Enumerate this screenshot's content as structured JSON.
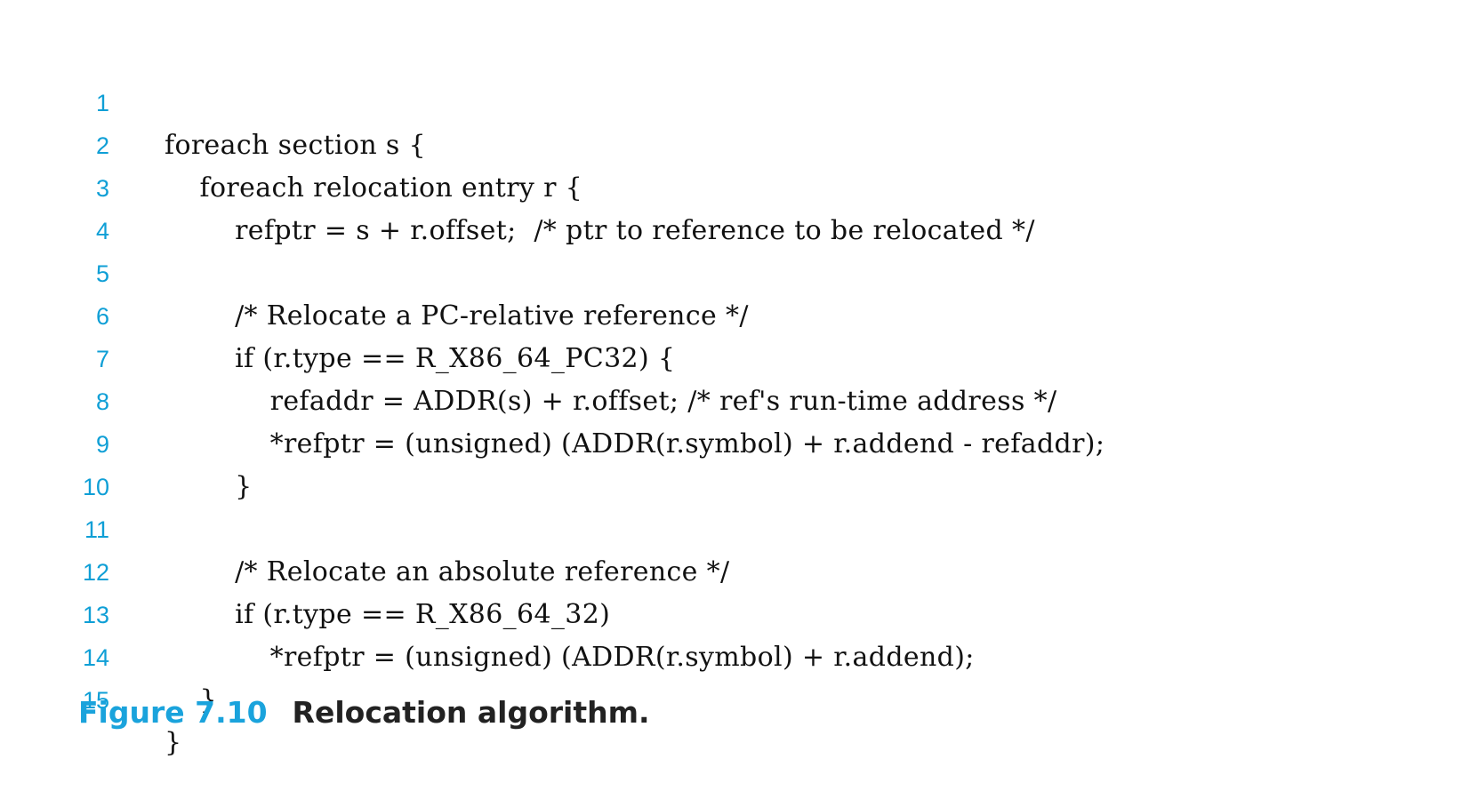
{
  "code": {
    "lines": [
      {
        "number": "1",
        "text": "foreach section s {"
      },
      {
        "number": "2",
        "text": "    foreach relocation entry r {"
      },
      {
        "number": "3",
        "text": "        refptr = s + r.offset;  /* ptr to reference to be relocated */"
      },
      {
        "number": "4",
        "text": ""
      },
      {
        "number": "5",
        "text": "        /* Relocate a PC-relative reference */"
      },
      {
        "number": "6",
        "text": "        if (r.type == R_X86_64_PC32) {"
      },
      {
        "number": "7",
        "text": "            refaddr = ADDR(s) + r.offset; /* ref's run-time address */"
      },
      {
        "number": "8",
        "text": "            *refptr = (unsigned) (ADDR(r.symbol) + r.addend - refaddr);"
      },
      {
        "number": "9",
        "text": "        }"
      },
      {
        "number": "10",
        "text": ""
      },
      {
        "number": "11",
        "text": "        /* Relocate an absolute reference */"
      },
      {
        "number": "12",
        "text": "        if (r.type == R_X86_64_32)"
      },
      {
        "number": "13",
        "text": "            *refptr = (unsigned) (ADDR(r.symbol) + r.addend);"
      },
      {
        "number": "14",
        "text": "    }"
      },
      {
        "number": "15",
        "text": "}"
      }
    ]
  },
  "caption": {
    "label": "Figure 7.10",
    "title": "Relocation algorithm."
  },
  "colors": {
    "line_number": "#0f9fd6",
    "caption_label": "#1aa3dc",
    "code_text": "#111111"
  }
}
